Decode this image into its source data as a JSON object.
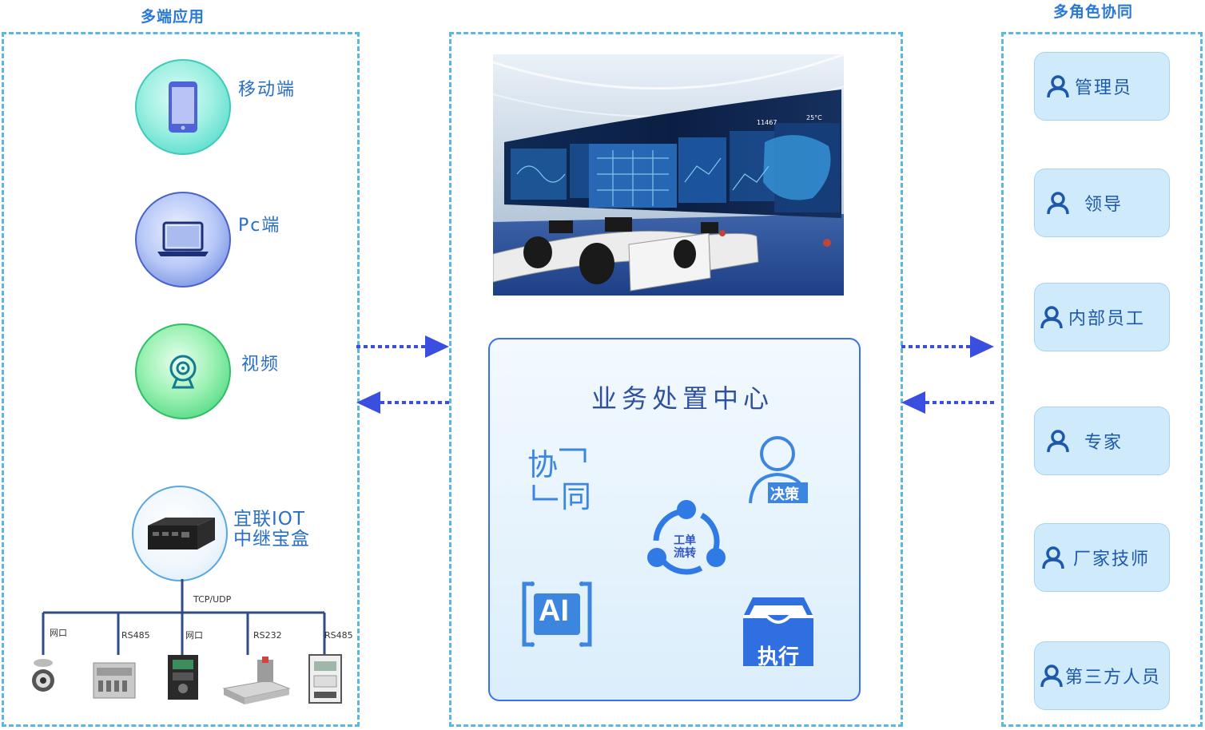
{
  "left": {
    "title": "多端应用",
    "items": [
      {
        "label": "移动端",
        "icon": "mobile-phone-icon"
      },
      {
        "label": "Pc端",
        "icon": "laptop-icon"
      },
      {
        "label": "视频",
        "icon": "webcam-icon"
      }
    ],
    "gateway": {
      "line1": "宜联IOT",
      "line2": "中继宝盒",
      "icon": "gateway-box-icon"
    },
    "bus_label": "TCP/UDP",
    "ports": [
      "网口",
      "RS485",
      "网口",
      "RS232",
      "RS485"
    ],
    "devices": [
      "sensor-icon",
      "power-meter-icon",
      "inverter-icon",
      "cnc-machine-icon",
      "electric-meter-icon"
    ]
  },
  "center": {
    "photo_icon": "control-room-photo",
    "photo_text": {
      "screen_count": "11467",
      "corner": "25°C"
    },
    "hub": {
      "title": "业务处置中心",
      "collab_line1": "协",
      "collab_line2": "同",
      "decision_label": "决策",
      "workflow_line1": "工单",
      "workflow_line2": "流转",
      "ai_label": "AI",
      "execute_label": "执行"
    }
  },
  "right": {
    "title": "多角色协同",
    "roles": [
      "管理员",
      "领导",
      "内部员工",
      "专家",
      "厂家技师",
      "第三方人员"
    ],
    "role_icon": "person-icon"
  },
  "colors": {
    "dash": "#5bb8e6",
    "arrow": "#3a4fe0",
    "accent": "#2b79d6",
    "role_bg": "#cfeafb"
  }
}
